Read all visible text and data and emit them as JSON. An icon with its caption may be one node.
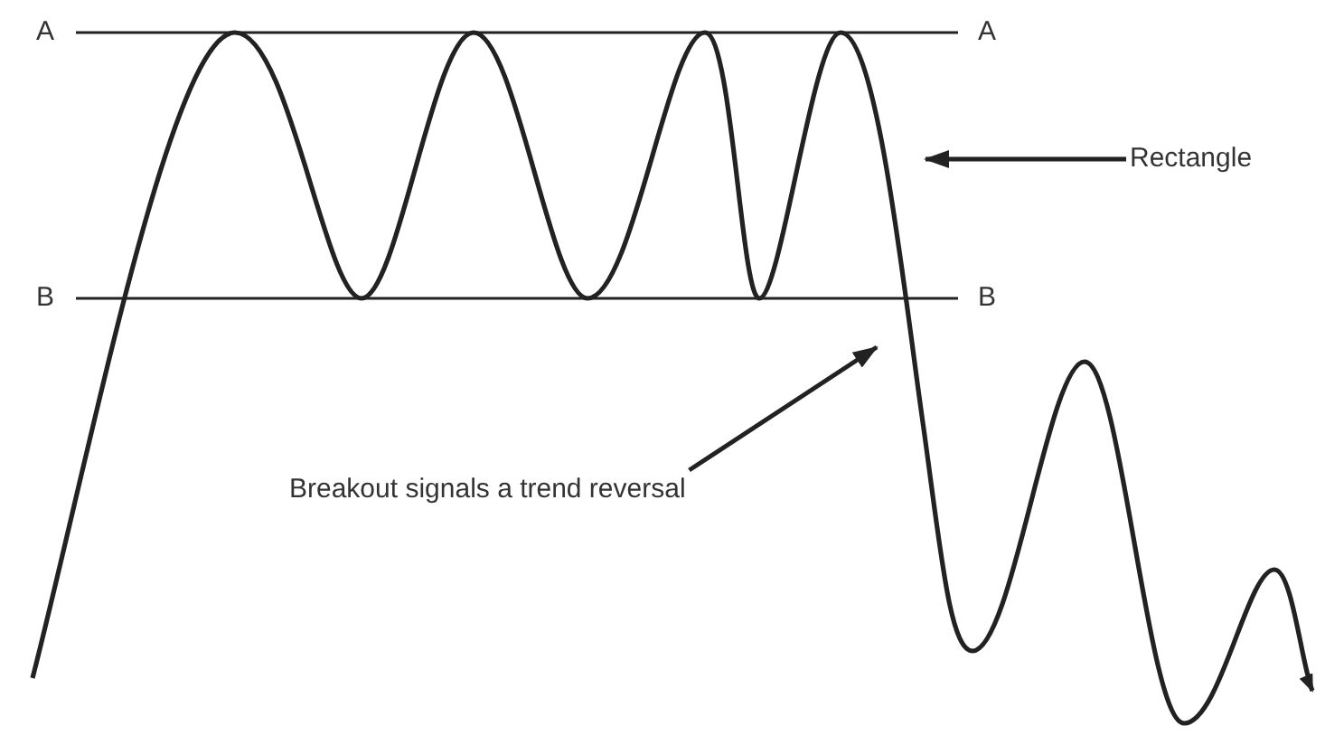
{
  "diagram": {
    "nodes": [
      {
        "text": [
          "Rectangle"
        ]
      },
      {
        "text": [
          "Breakout signals a trend reversal"
        ]
      }
    ],
    "edges": [
      {
        "from": 0,
        "to": null,
        "arrow": "to"
      },
      {
        "from": 1,
        "to": null,
        "arrow": "to"
      }
    ],
    "labels": [
      "A",
      "A",
      "B",
      "B"
    ]
  }
}
